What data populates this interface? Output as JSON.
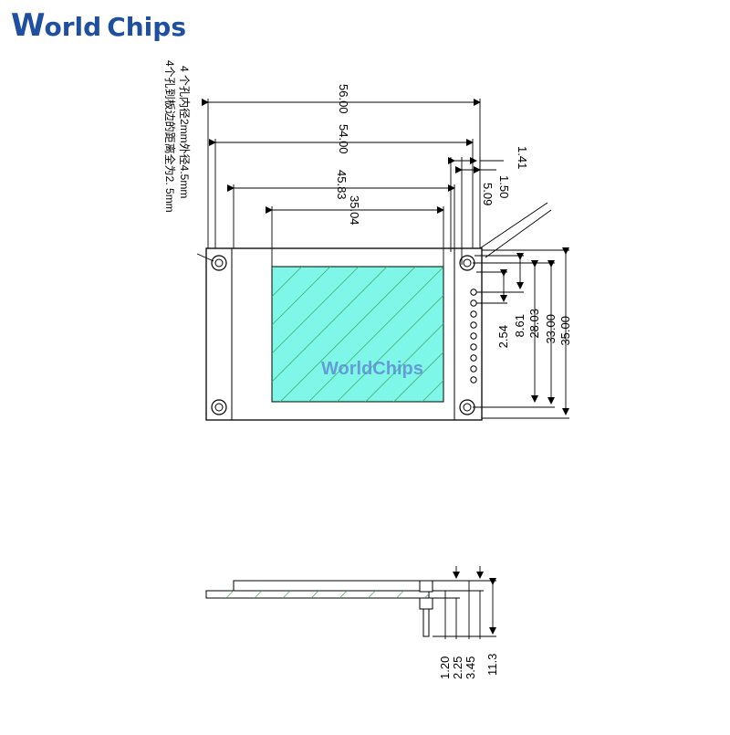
{
  "brand": {
    "logo_prefix": "W",
    "logo_mid": "orld",
    "logo_suffix": "Chips",
    "watermark": "WorldChips",
    "color": "#1f4fa0"
  },
  "top_view": {
    "dims_width": [
      "56.00",
      "54.00",
      "45.83",
      "35.04"
    ],
    "dims_pins": [
      "1.41",
      "1.50",
      "5.09"
    ],
    "dims_height": [
      "2.54",
      "8.61",
      "28.03",
      "33.00",
      "35.00"
    ],
    "note_line1": "4 个孔内径2mm外径4.5mm",
    "note_line2": "4个孔到板边的距离全为2. 5mm",
    "display_fill": "#7ff7e8",
    "hatch_color": "#3fa25a"
  },
  "side_view": {
    "dims": [
      "1.20",
      "2.25",
      "3.45",
      "11.3"
    ]
  }
}
